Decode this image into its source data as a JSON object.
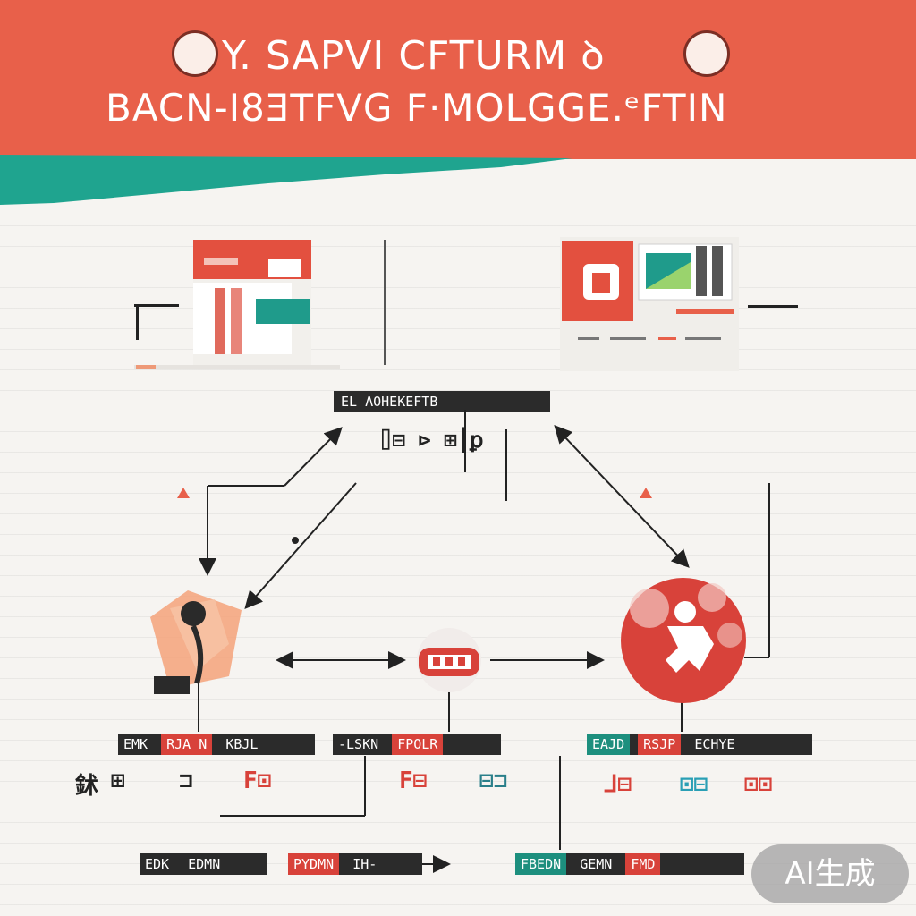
{
  "header": {
    "title_line1": "Y. SAPVI CFTURM ꝺ",
    "title_line2": "BACN-I8ƎTFVG F·MOLGGE.ᵉFTIN"
  },
  "labels": {
    "top_center": "EL ΛOHEKEFTB",
    "mid_top_glyphs": "⌷⊟ ⊳ ⊞⎮ꝑ",
    "left_label": {
      "a": "EMK",
      "b": "RJA N",
      "c": "KBJL"
    },
    "center_label": {
      "a": "-LSKN",
      "b": "FPOLR",
      "c": ""
    },
    "right_label": {
      "a": "EAJD",
      "b": "RSJP",
      "c": "ECHYE"
    },
    "left_glyphs": {
      "g1": "鉥",
      "g2": "⊞",
      "g3": "⊐",
      "g4": "F⊡"
    },
    "center_glyphs": {
      "g1": "F⊟",
      "g2": "⊟⊐"
    },
    "right_glyphs": {
      "g1": "⅃⊟",
      "g2": "⊡⊟",
      "g3": "⊡⊡"
    },
    "bottom_left": {
      "a": "EDK",
      "b": "EDMN"
    },
    "bottom_mid": {
      "a": "PYDMN",
      "b": "IH-"
    },
    "bottom_right": {
      "a": "FBEDN",
      "b": "GEMN",
      "c": "FMD"
    }
  },
  "watermark": "AI生成",
  "colors": {
    "banner_red": "#e8604a",
    "teal": "#1fa48f",
    "label_dark": "#2b2b2b",
    "accent_red": "#d8423a"
  },
  "icons": [
    "small-badge-icon",
    "person-icon",
    "document-icon",
    "runner-icon",
    "monitor-icon",
    "window-icon"
  ]
}
